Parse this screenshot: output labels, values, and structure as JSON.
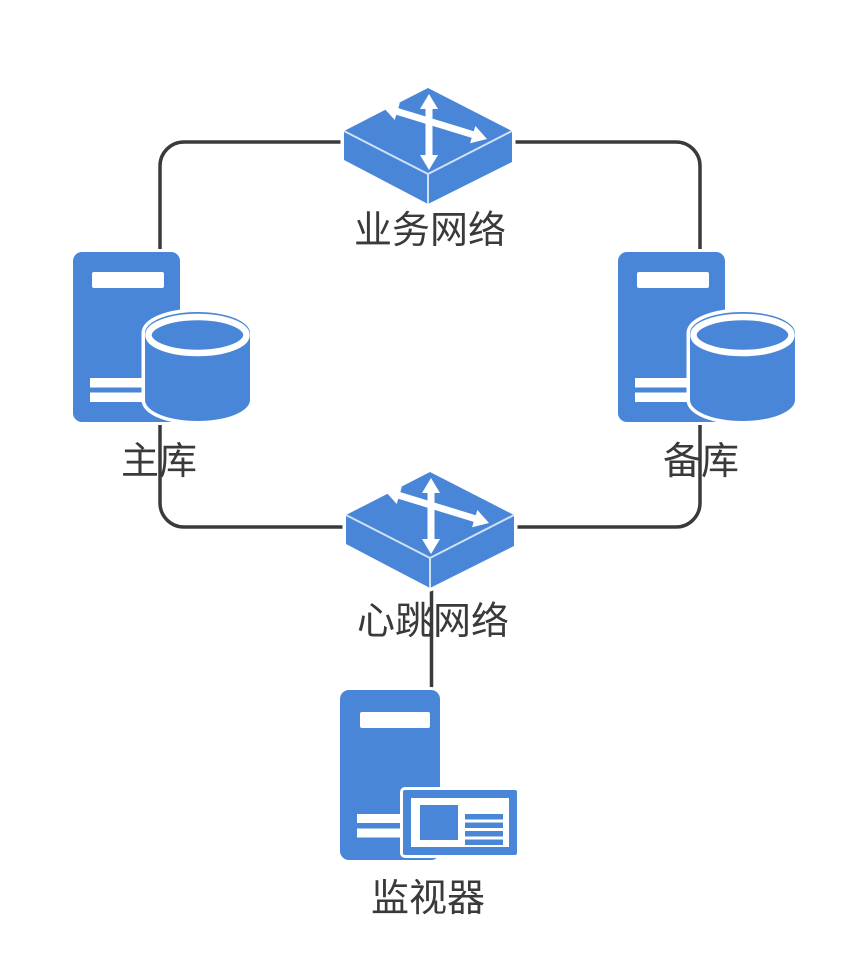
{
  "diagram": {
    "background": "#ffffff",
    "node_color": "#4a86d8",
    "line_color": "#3a3a3a",
    "label_color": "#3a3a3a",
    "nodes": [
      {
        "id": "business-network",
        "type": "switch",
        "label": "业务网络"
      },
      {
        "id": "primary-db",
        "type": "database-server",
        "label": "主库"
      },
      {
        "id": "standby-db",
        "type": "database-server",
        "label": "备库"
      },
      {
        "id": "heartbeat-network",
        "type": "switch",
        "label": "心跳网络"
      },
      {
        "id": "monitor",
        "type": "monitor-server",
        "label": "监视器"
      }
    ],
    "edges": [
      {
        "from": "primary-db",
        "to": "business-network"
      },
      {
        "from": "business-network",
        "to": "standby-db"
      },
      {
        "from": "primary-db",
        "to": "heartbeat-network"
      },
      {
        "from": "heartbeat-network",
        "to": "standby-db"
      },
      {
        "from": "heartbeat-network",
        "to": "monitor"
      }
    ]
  }
}
